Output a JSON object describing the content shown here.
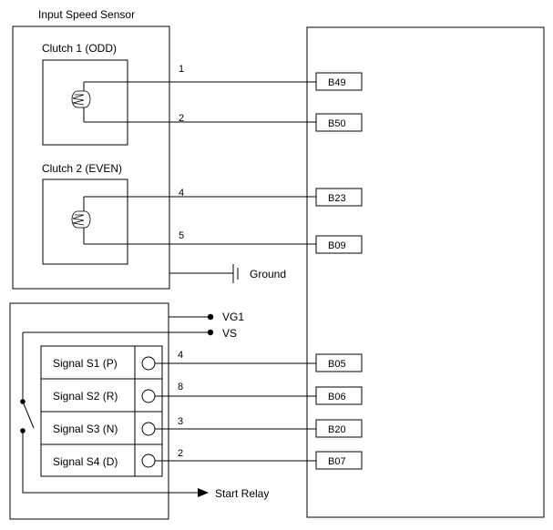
{
  "sensor_block": {
    "title": "Input Speed Sensor",
    "clutch1": "Clutch 1 (ODD)",
    "clutch2": "Clutch 2 (EVEN)"
  },
  "wires_top": [
    {
      "pin": "1",
      "terminal": "B49"
    },
    {
      "pin": "2",
      "terminal": "B50"
    },
    {
      "pin": "4",
      "terminal": "B23"
    },
    {
      "pin": "5",
      "terminal": "B09"
    }
  ],
  "ground_label": "Ground",
  "vg1_label": "VG1",
  "vs_label": "VS",
  "signals": [
    {
      "label": "Signal S1 (P)",
      "pin": "4",
      "terminal": "B05"
    },
    {
      "label": "Signal S2 (R)",
      "pin": "8",
      "terminal": "B06"
    },
    {
      "label": "Signal S3 (N)",
      "pin": "3",
      "terminal": "B20"
    },
    {
      "label": "Signal S4 (D)",
      "pin": "2",
      "terminal": "B07"
    }
  ],
  "start_relay_label": "Start Relay"
}
